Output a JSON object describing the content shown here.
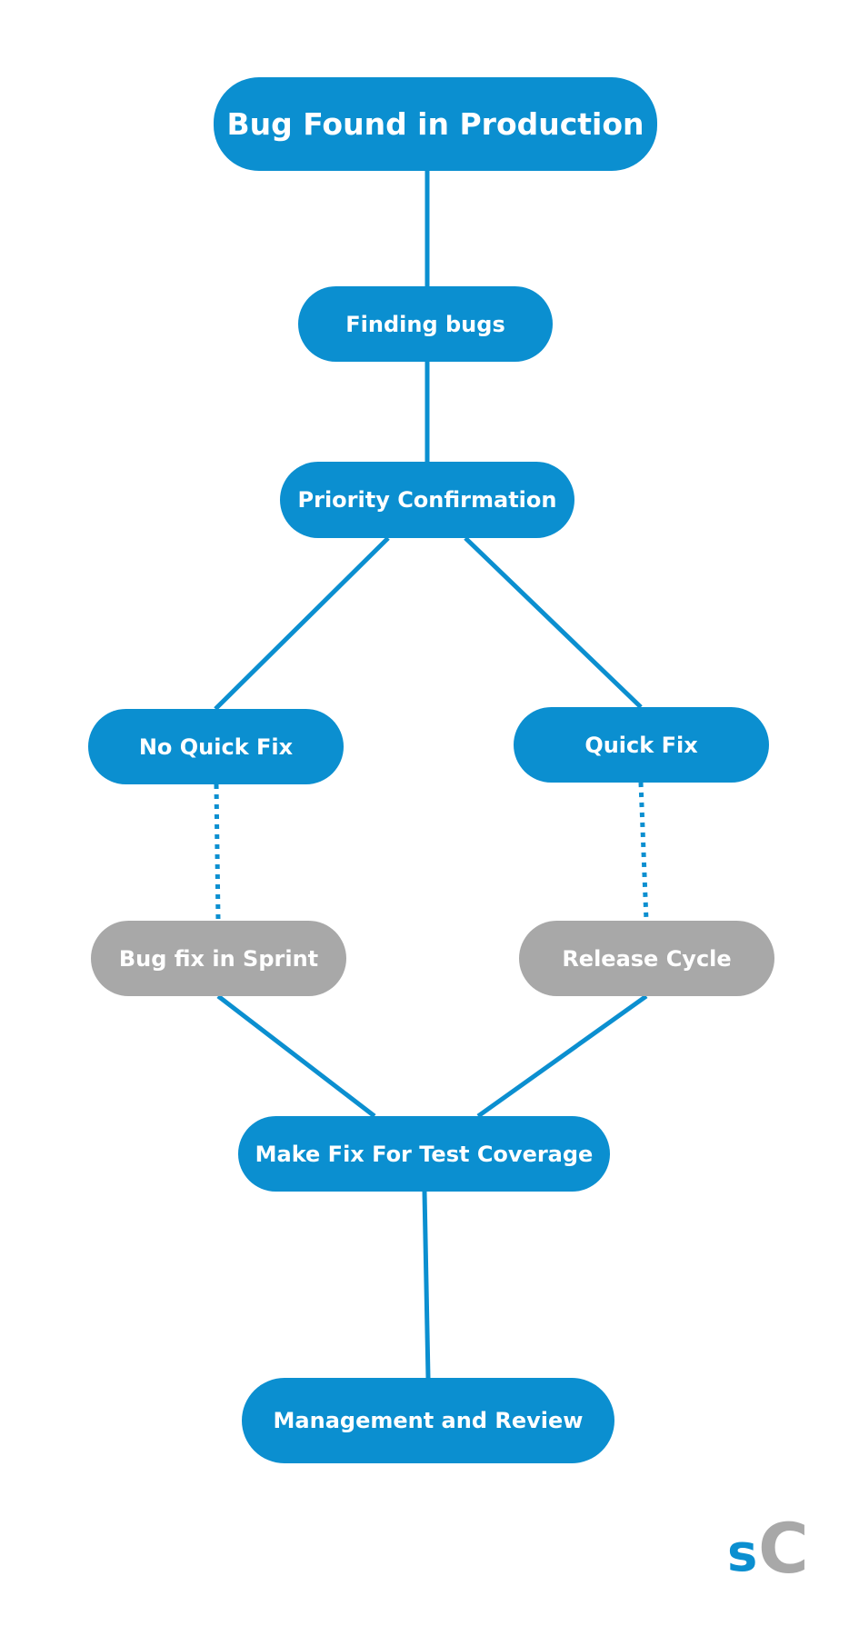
{
  "colors": {
    "node_blue": "#0b8fd0",
    "node_gray": "#a8a8a8",
    "connector": "#0b8fd0",
    "text": "#ffffff"
  },
  "nodes": {
    "top": "Bug Found in Production",
    "finding": "Finding bugs",
    "priority": "Priority Confirmation",
    "no_quick_fix": "No Quick Fix",
    "quick_fix": "Quick Fix",
    "sprint": "Bug fix in Sprint",
    "release": "Release Cycle",
    "make_fix": "Make Fix For Test Coverage",
    "management": "Management and Review"
  },
  "edges": [
    {
      "from": "top",
      "to": "finding",
      "style": "solid"
    },
    {
      "from": "finding",
      "to": "priority",
      "style": "solid"
    },
    {
      "from": "priority",
      "to": "no_quick_fix",
      "style": "solid"
    },
    {
      "from": "priority",
      "to": "quick_fix",
      "style": "solid"
    },
    {
      "from": "no_quick_fix",
      "to": "sprint",
      "style": "dotted"
    },
    {
      "from": "quick_fix",
      "to": "release",
      "style": "dotted"
    },
    {
      "from": "sprint",
      "to": "make_fix",
      "style": "solid"
    },
    {
      "from": "release",
      "to": "make_fix",
      "style": "solid"
    },
    {
      "from": "make_fix",
      "to": "management",
      "style": "solid"
    }
  ],
  "logo": {
    "first_letter": "s",
    "second_letter": "C"
  }
}
